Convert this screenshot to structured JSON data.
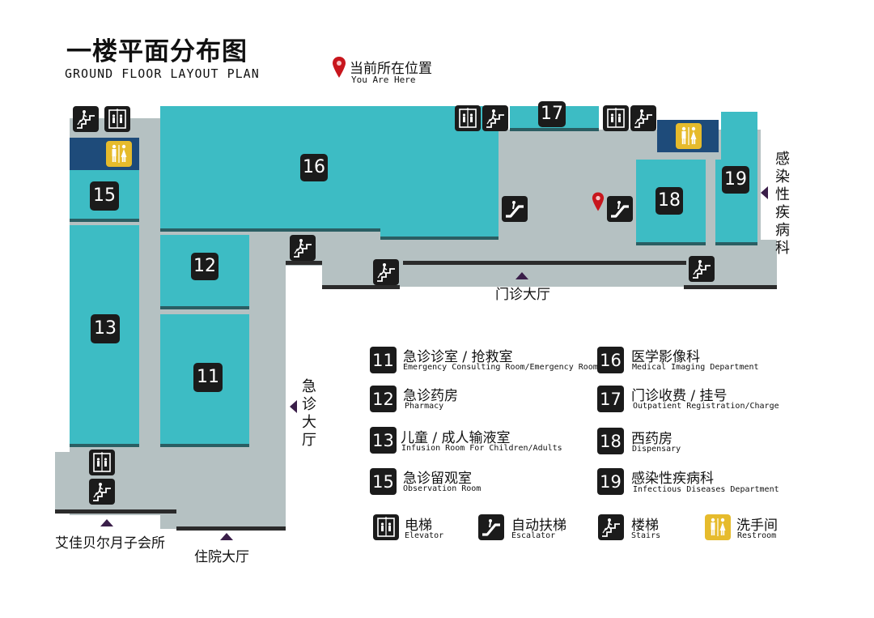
{
  "title": {
    "cn": "一楼平面分布图",
    "en": "GROUND FLOOR LAYOUT PLAN"
  },
  "you_are_here": {
    "cn": "当前所在位置",
    "en": "You Are Here",
    "icon": "location-pin-icon",
    "color": "#c8161d"
  },
  "colors": {
    "room": "#3dbcc4",
    "corridor": "#b5c1c2",
    "badge": "#1b1b1b",
    "restroom": "#e6bb2c",
    "arrow": "#3a1e49"
  },
  "rooms": [
    "16",
    "17",
    "15",
    "12",
    "13",
    "11",
    "18",
    "19"
  ],
  "map_labels": {
    "infectious": "感染性疾病科",
    "outpatient_hall": "门诊大厅",
    "emergency_hall": "急诊大厅",
    "maternity": "艾佳贝尔月子会所",
    "inpatient_hall": "住院大厅"
  },
  "legend": [
    {
      "num": "11",
      "cn": "急诊诊室 / 抢救室",
      "en": "Emergency Consulting Room/Emergency Room"
    },
    {
      "num": "12",
      "cn": "急诊药房",
      "en": "Pharmacy"
    },
    {
      "num": "13",
      "cn": "儿童 / 成人输液室",
      "en": "Infusion Room For Children/Adults"
    },
    {
      "num": "15",
      "cn": "急诊留观室",
      "en": "Observation Room"
    },
    {
      "num": "16",
      "cn": "医学影像科",
      "en": "Medical Imaging Department"
    },
    {
      "num": "17",
      "cn": "门诊收费 / 挂号",
      "en": "Outpatient Registration/Charge"
    },
    {
      "num": "18",
      "cn": "西药房",
      "en": "Dispensary"
    },
    {
      "num": "19",
      "cn": "感染性疾病科",
      "en": "Infectious Diseases Department"
    }
  ],
  "icon_legend": [
    {
      "icon": "elevator-icon",
      "cn": "电梯",
      "en": "Elevator"
    },
    {
      "icon": "escalator-icon",
      "cn": "自动扶梯",
      "en": "Escalator"
    },
    {
      "icon": "stairs-icon",
      "cn": "楼梯",
      "en": "Stairs"
    },
    {
      "icon": "restroom-icon",
      "cn": "洗手间",
      "en": "Restroom"
    }
  ]
}
